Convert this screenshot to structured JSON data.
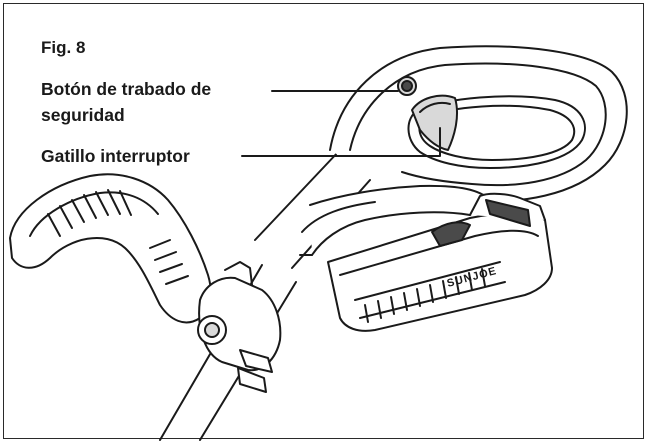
{
  "figure": {
    "label": "Fig. 8",
    "callouts": [
      {
        "lines": [
          "Botón de trabado de",
          "seguridad"
        ]
      },
      {
        "lines": [
          "Gatillo interruptor"
        ]
      }
    ],
    "brand_text": "SUNJOE"
  },
  "colors": {
    "line": "#1a1a1a",
    "fill": "#ffffff",
    "shade": "#d9d9d9",
    "dark": "#4a4a4a"
  }
}
